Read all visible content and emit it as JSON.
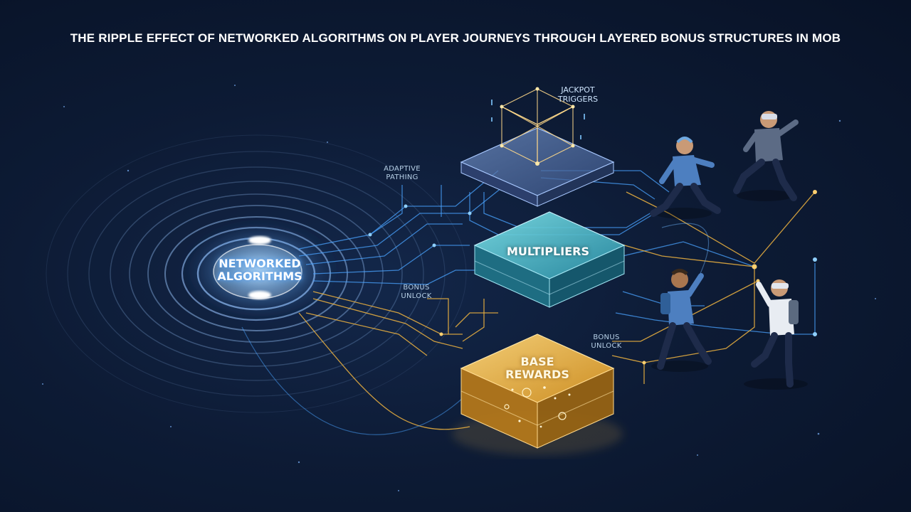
{
  "header": {
    "title": "THE RIPPLE EFFECT OF NETWORKED ALGORITHMS ON PLAYER JOURNEYS THROUGH LAYERED BONUS STRUCTURES IN MOB"
  },
  "core": {
    "line1": "NETWORKED",
    "line2": "ALGORITHMS"
  },
  "layers": {
    "top": {
      "line1": "JACKPOT",
      "line2": "TRIGGERS"
    },
    "middle": {
      "label": "MULTIPLIERS"
    },
    "bottom": {
      "line1": "BASE",
      "line2": "REWARDS"
    }
  },
  "annotations": {
    "adaptive": {
      "line1": "ADAPTIVE",
      "line2": "PATHING"
    },
    "bonus_left": {
      "line1": "BONUS",
      "line2": "UNLOCK"
    },
    "bonus_right": {
      "line1": "BONUS",
      "line2": "UNLOCK"
    }
  },
  "colors": {
    "accent_blue": "#5fb4ff",
    "accent_cyan": "#3fc1d6",
    "accent_gold": "#f2b640",
    "background": "#0d1b35"
  },
  "players": {
    "count": 4
  }
}
